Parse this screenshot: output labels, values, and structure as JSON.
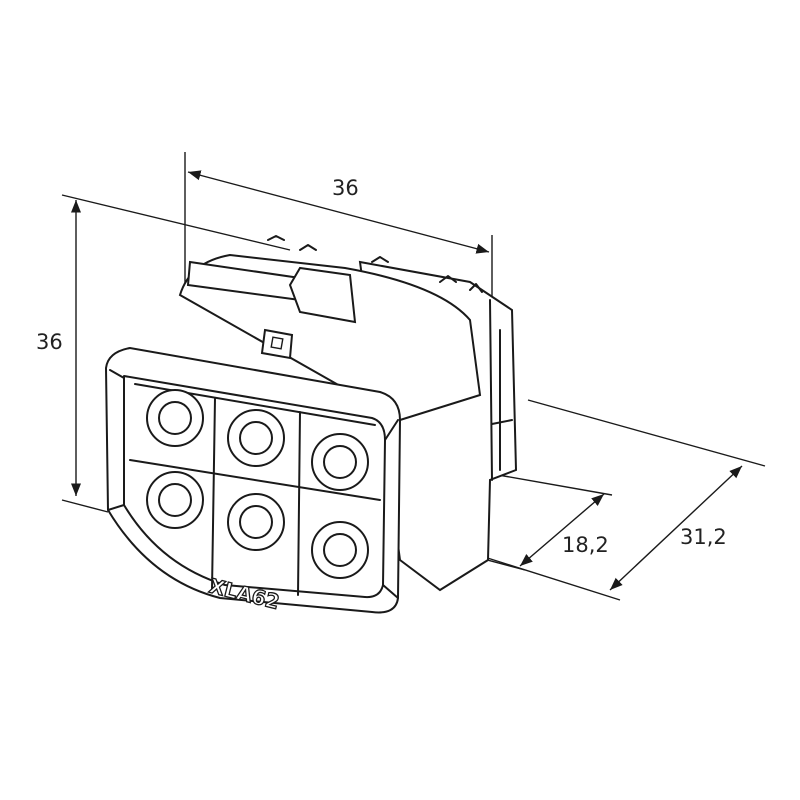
{
  "drawing": {
    "model_label": "XLA62",
    "dimensions": {
      "width_top": "36",
      "height_left": "36",
      "depth_inner": "18,2",
      "depth_outer": "31,2"
    }
  }
}
